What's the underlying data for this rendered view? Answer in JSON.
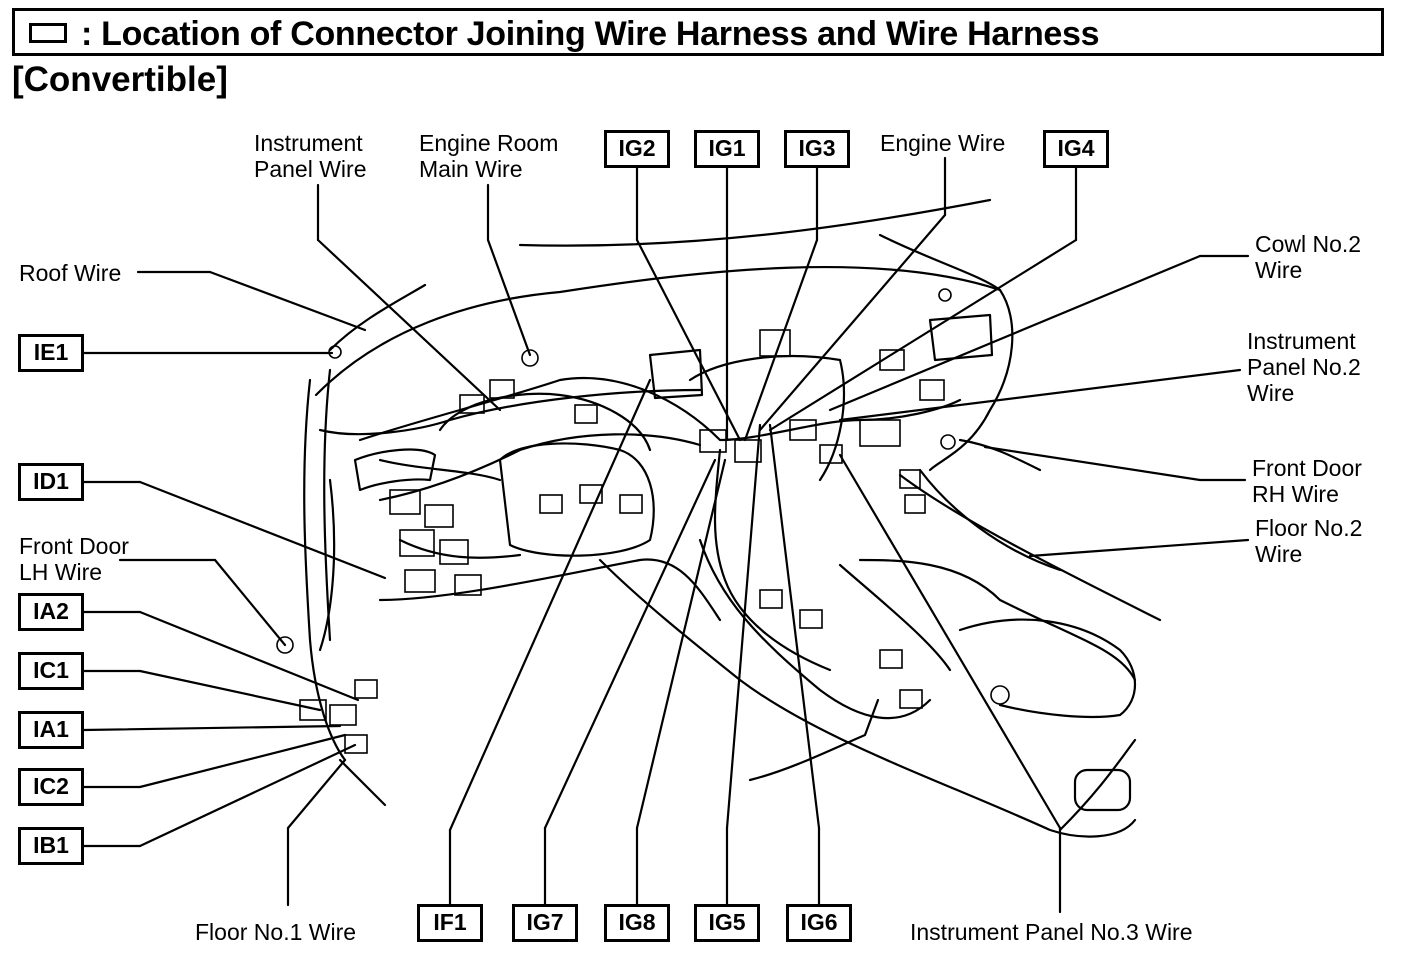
{
  "title": ": Location of Connector Joining Wire Harness and Wire Harness",
  "subtitle": "[Convertible]",
  "wire_labels": {
    "instrument_panel_wire": "Instrument\nPanel Wire",
    "engine_room_main_wire": "Engine Room\nMain Wire",
    "engine_wire": "Engine Wire",
    "cowl_no2_wire": "Cowl No.2\nWire",
    "roof_wire": "Roof Wire",
    "instrument_panel_no2_wire": "Instrument\nPanel No.2\nWire",
    "front_door_rh_wire": "Front Door\nRH Wire",
    "floor_no2_wire": "Floor No.2\nWire",
    "front_door_lh_wire": "Front Door\nLH Wire",
    "floor_no1_wire": "Floor No.1 Wire",
    "instrument_panel_no3_wire": "Instrument Panel No.3 Wire"
  },
  "connectors": {
    "IG2": "IG2",
    "IG1": "IG1",
    "IG3": "IG3",
    "IG4": "IG4",
    "IE1": "IE1",
    "ID1": "ID1",
    "IA2": "IA2",
    "IC1": "IC1",
    "IA1": "IA1",
    "IC2": "IC2",
    "IB1": "IB1",
    "IF1": "IF1",
    "IG7": "IG7",
    "IG8": "IG8",
    "IG5": "IG5",
    "IG6": "IG6"
  }
}
